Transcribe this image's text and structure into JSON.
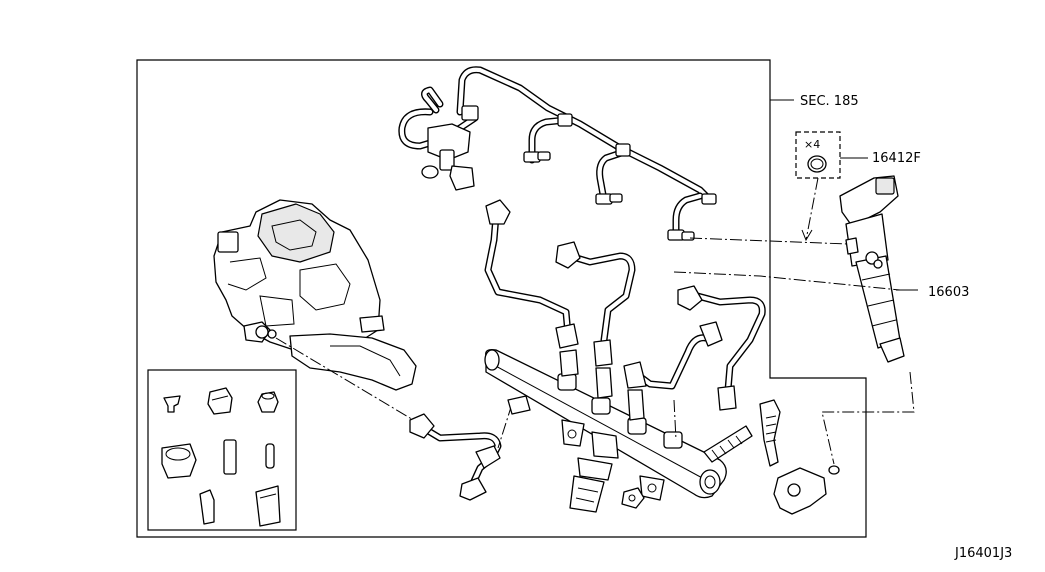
{
  "labels": {
    "sec_ref": "SEC. 185",
    "quantity": "×4",
    "part_a": "16412F",
    "part_b": "16603",
    "diagram_id": "J16401J3"
  }
}
